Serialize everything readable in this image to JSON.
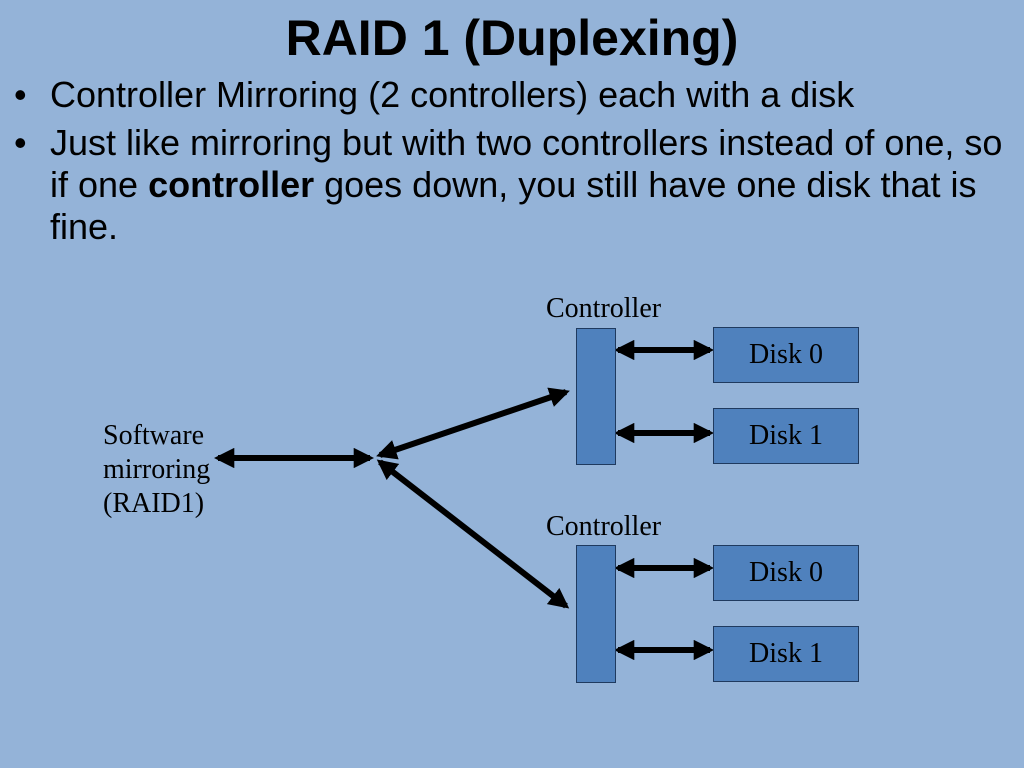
{
  "slide": {
    "title": "RAID 1 (Duplexing)",
    "bullets": [
      {
        "text": "Controller Mirroring (2 controllers) each with a disk"
      },
      {
        "pre": "Just like mirroring but with two controllers instead of one, so if one ",
        "bold": "controller",
        "post": " goes down, you still have one disk that is fine."
      }
    ]
  },
  "diagram": {
    "software": {
      "line1": "Software",
      "line2": "mirroring",
      "line3": "(RAID1)"
    },
    "controllers": [
      {
        "label": "Controller",
        "disks": [
          "Disk 0",
          "Disk 1"
        ]
      },
      {
        "label": "Controller",
        "disks": [
          "Disk 0",
          "Disk 1"
        ]
      }
    ]
  },
  "colors": {
    "background": "#94b3d8",
    "box_fill": "#4f81bd",
    "arrow": "#000000"
  }
}
